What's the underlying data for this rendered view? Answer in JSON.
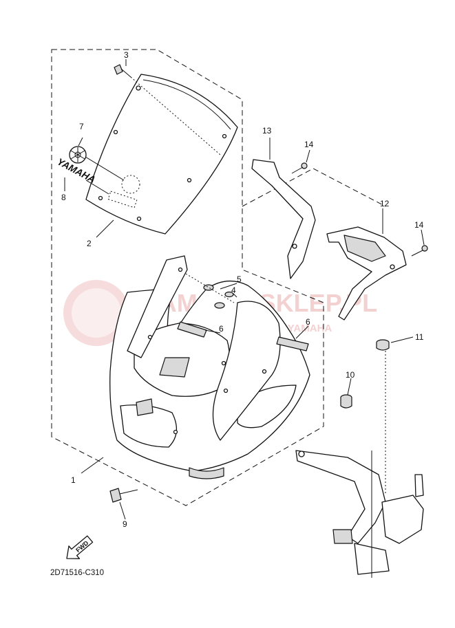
{
  "diagram_code": "2D71516-C310",
  "fwd_label": "FWD",
  "brand_text": "YAMAHA",
  "watermark": {
    "title": "YAMAHA-SKLEP.PL",
    "subtitle": "AUTORYZOWANY DEALER YAMAHA"
  },
  "callouts": [
    {
      "id": "c1",
      "label": "1"
    },
    {
      "id": "c2",
      "label": "2"
    },
    {
      "id": "c3",
      "label": "3"
    },
    {
      "id": "c4",
      "label": "4"
    },
    {
      "id": "c5",
      "label": "5"
    },
    {
      "id": "c6a",
      "label": "6"
    },
    {
      "id": "c6b",
      "label": "6"
    },
    {
      "id": "c7",
      "label": "7"
    },
    {
      "id": "c8",
      "label": "8"
    },
    {
      "id": "c9",
      "label": "9"
    },
    {
      "id": "c10",
      "label": "10"
    },
    {
      "id": "c11",
      "label": "11"
    },
    {
      "id": "c12",
      "label": "12"
    },
    {
      "id": "c13",
      "label": "13"
    },
    {
      "id": "c14a",
      "label": "14"
    },
    {
      "id": "c14b",
      "label": "14"
    }
  ]
}
